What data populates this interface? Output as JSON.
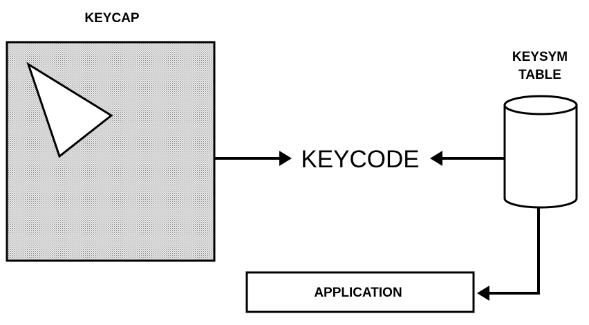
{
  "labels": {
    "keycap": "KEYCAP",
    "keycode": "KEYCODE",
    "keysym_table_line1": "KEYSYM",
    "keysym_table_line2": "TABLE",
    "application": "APPLICATION"
  },
  "colors": {
    "stroke": "#000000",
    "keycap_fill": "#d9d9d9",
    "background": "#ffffff"
  }
}
